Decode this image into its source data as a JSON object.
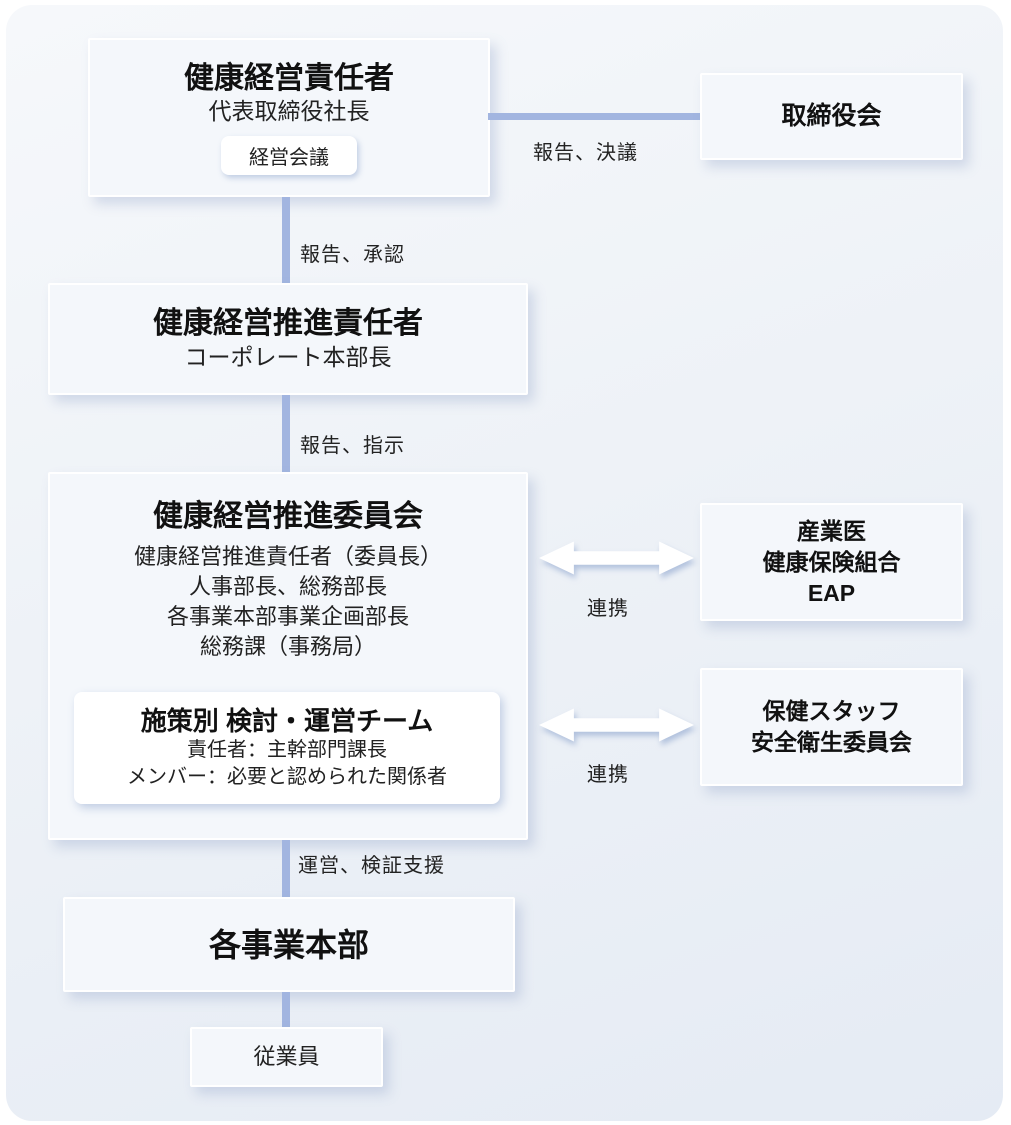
{
  "diagram": {
    "nodes": {
      "ceo": {
        "title": "健康経営責任者",
        "subtitle": "代表取締役社長",
        "badge": "経営会議"
      },
      "board": {
        "title": "取締役会"
      },
      "promoter": {
        "title": "健康経営推進責任者",
        "subtitle": "コーポレート本部長"
      },
      "committee": {
        "title": "健康経営推進委員会",
        "members": [
          "健康経営推進責任者（委員長）",
          "人事部長、総務部長",
          "各事業本部事業企画部長",
          "総務課（事務局）"
        ]
      },
      "team": {
        "title": "施策別 検討・運営チーム",
        "lines": [
          "責任者：主幹部門課長",
          "メンバー：必要と認められた関係者"
        ]
      },
      "external_medical": {
        "lines": [
          "産業医",
          "健康保険組合",
          "EAP"
        ]
      },
      "external_safety": {
        "lines": [
          "保健スタッフ",
          "安全衛生委員会"
        ]
      },
      "division": {
        "title": "各事業本部"
      },
      "employee": {
        "title": "従業員"
      }
    },
    "connectors": {
      "ceo_board": "報告、決議",
      "ceo_promoter": "報告、承認",
      "promoter_committee": "報告、指示",
      "committee_medical": "連携",
      "committee_safety": "連携",
      "committee_division": "運営、検証支援"
    },
    "colors": {
      "connector_line": "#a2b5e0",
      "canvas_top": "#f6f8fb",
      "canvas_bottom": "#e5ebf4",
      "node_fill": "#f4f7fb",
      "inner_box_fill": "#ffffff",
      "text": "#111111"
    }
  }
}
